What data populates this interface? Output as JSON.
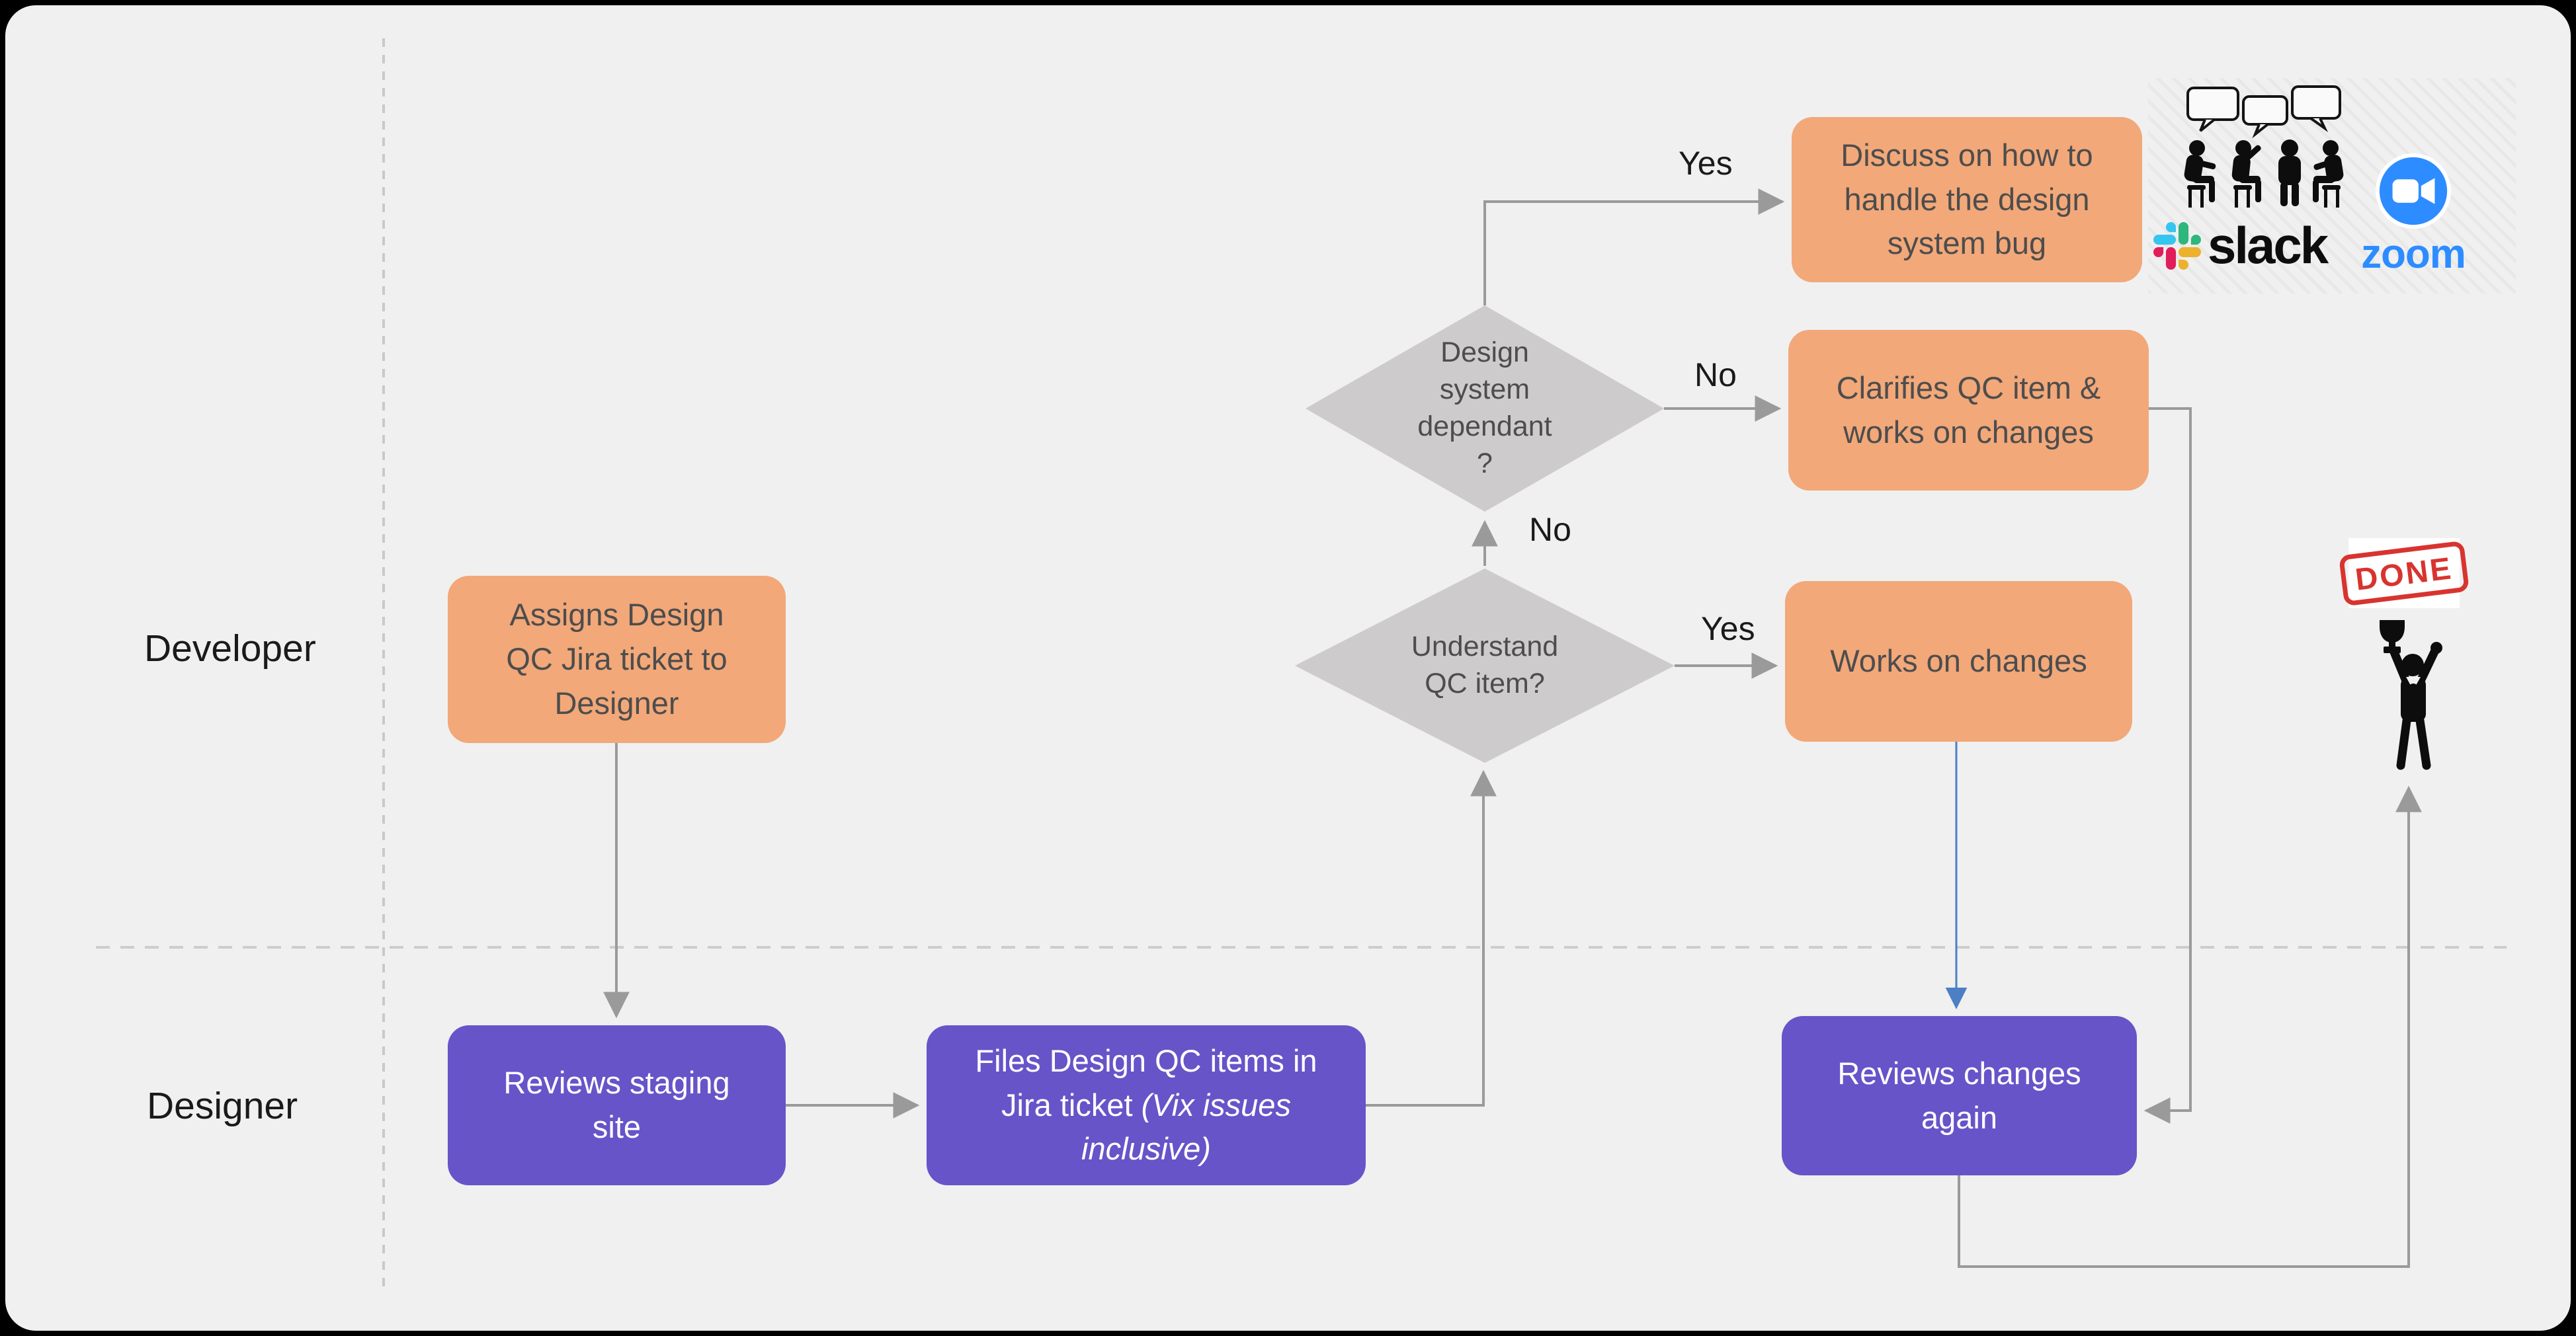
{
  "lanes": {
    "developer": "Developer",
    "designer": "Designer"
  },
  "nodes": {
    "assigns": {
      "label": "Assigns Design QC Jira ticket to Designer"
    },
    "discuss": {
      "label": "Discuss on how to handle the design system bug"
    },
    "clarifies": {
      "label": "Clarifies QC item & works on changes"
    },
    "works": {
      "label": "Works on changes"
    },
    "reviews_staging": {
      "label": "Reviews staging site"
    },
    "files": {
      "label_normal": "Files Design QC items in Jira ticket ",
      "label_italic": "(Vix issues inclusive)"
    },
    "reviews_again": {
      "label": "Reviews changes again"
    },
    "design_dependant": {
      "label": "Design system dependant ?"
    },
    "understand": {
      "label": "Understand QC item?"
    }
  },
  "edge_labels": {
    "design_to_discuss": "Yes",
    "design_to_clarifies": "No",
    "understand_to_design": "No",
    "understand_to_works": "Yes"
  },
  "logos": {
    "slack_text": "slack",
    "zoom_text": "zoom",
    "done_text": "DONE"
  },
  "icons": [
    "people-discussion-icon",
    "slack-logo",
    "zoom-logo",
    "done-stamp",
    "celebration-trophy-icon"
  ],
  "colors": {
    "background": "#F0F0F0",
    "process_orange": "#F2A879",
    "process_purple": "#6754C8",
    "decision_gray": "#CDCBCB",
    "arrow_gray": "#9A9A9A",
    "arrow_blue": "#4C7FC4",
    "node_text_dark": "#4D4D4D",
    "node_text_light": "#FFFFFF",
    "slack_blue": "#36C5F0",
    "slack_green": "#2EB67D",
    "slack_yellow": "#ECB22E",
    "slack_red": "#E01E5A",
    "zoom_blue": "#2D8CFF",
    "done_red": "#D8342F"
  }
}
